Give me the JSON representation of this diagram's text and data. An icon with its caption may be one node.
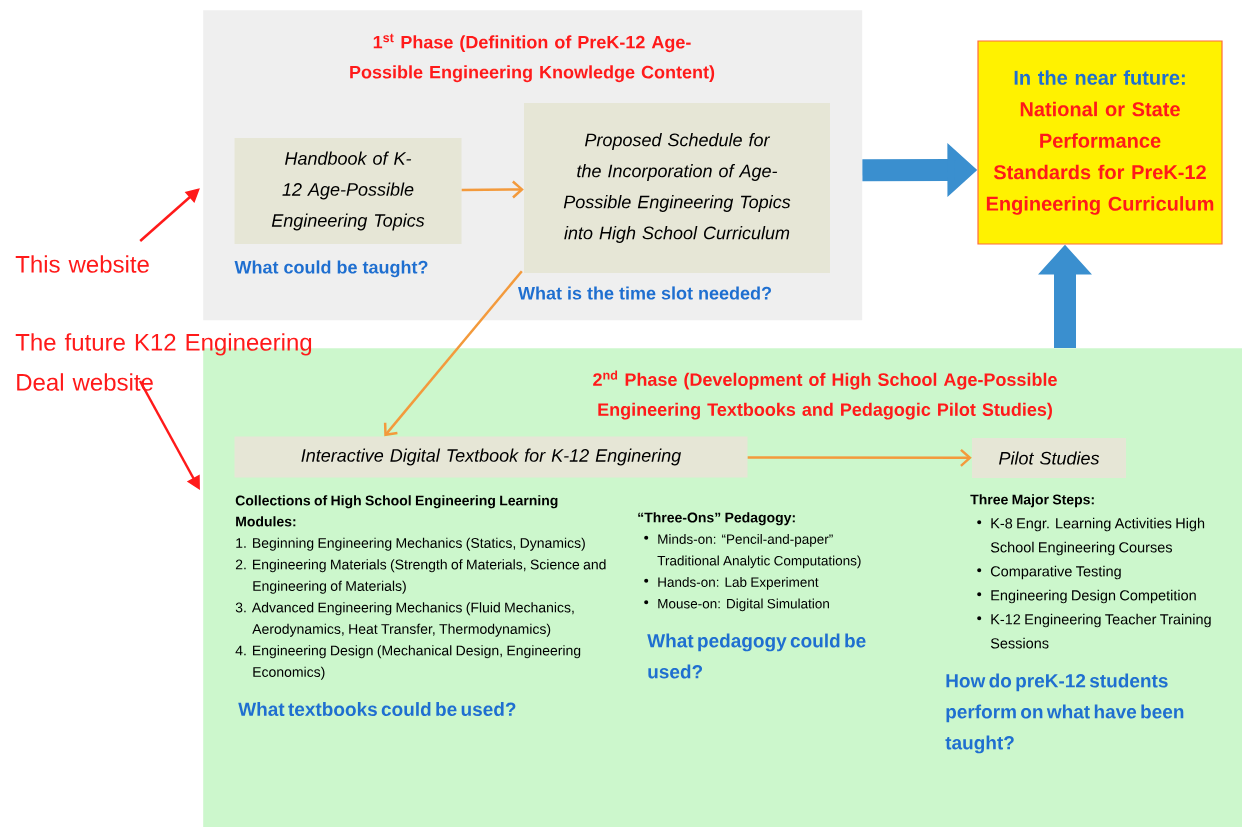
{
  "diagram": {
    "nodes": [
      {
        "text": [
          "1$^{st}$ Phase (Definition of PreK-12 Age-Possible Engineering Knowledge Content)"
        ]
      },
      {
        "text": [
          "Handbook of K-12 Age-Possible Engineering Topics"
        ],
        "in": 0,
        "beside": [
          "What could be taught?"
        ]
      },
      {
        "text": [
          "Proposed Schedule for the Incorporation of Age-Possible Engineering Topics into High School Curriculum"
        ],
        "in": 0,
        "beside": [
          "What is the time slot needed?"
        ]
      },
      {
        "text": [
          "In the near future:",
          "National or State Performance Standards for PreK-12 Engineering Curriculum"
        ]
      },
      {
        "text": [
          "2$^{nd}$ Phase (Development of High School Age-Possible Engineering Textbooks and Pedagogic Pilot Studies)"
        ]
      },
      {
        "text": [
          "Interactive Digital Textbook for K-12 Enginering"
        ],
        "in": 4
      },
      {
        "text": [
          "Pilot Studies"
        ],
        "in": 4
      },
      {
        "text": [
          "This website"
        ]
      },
      {
        "text": [
          "The future K12 Engineering Deal website"
        ]
      }
    ],
    "edges": [
      {
        "from": 1,
        "to": 2,
        "arrow": "to"
      },
      {
        "from": 2,
        "to": 5,
        "arrow": "to"
      },
      {
        "from": 5,
        "to": 6,
        "arrow": "to"
      },
      {
        "from": 0,
        "to": 3,
        "arrow": "to",
        "style": "thick",
        "color": "#3a8fcf"
      },
      {
        "from": 4,
        "to": 3,
        "arrow": "to",
        "style": "thick",
        "color": "#3a8fcf"
      },
      {
        "from": 7,
        "to": 0,
        "arrow": "to",
        "color": "#ff1a1a"
      },
      {
        "from": 8,
        "to": 4,
        "arrow": "to",
        "color": "#ff1a1a"
      }
    ],
    "labels": [
      "Collections of High School Engineering Learning Modules:",
      "1. Beginning Engineering Mechanics (Statics, Dynamics)",
      "2. Engineering Materials (Strength of Materials, Science and Engineering of Materials)",
      "3. Advanced Engineering Mechanics (Fluid Mechanics, Aerodynamics, Heat Transfer, Thermodynamics)",
      "4. Engineering Design (Mechanical Design, Engineering Economics)",
      "What textbooks could be used?",
      "“Three-Ons” Pedagogy:",
      "Minds-on: “Pencil-and-paper” Traditional Analytic Computations)",
      "Hands-on: Lab Experiment",
      "Mouse-on: Digital Simulation",
      "What pedagogy could be used?",
      "Three Major Steps:",
      "K-8 Engr. Learning Activities High School Engineering Courses",
      "Comparative Testing",
      "Engineering Design Competition",
      "K-12 Engineering Teacher Training Sessions",
      "How do preK-12 students perform on what have been taught?"
    ]
  }
}
